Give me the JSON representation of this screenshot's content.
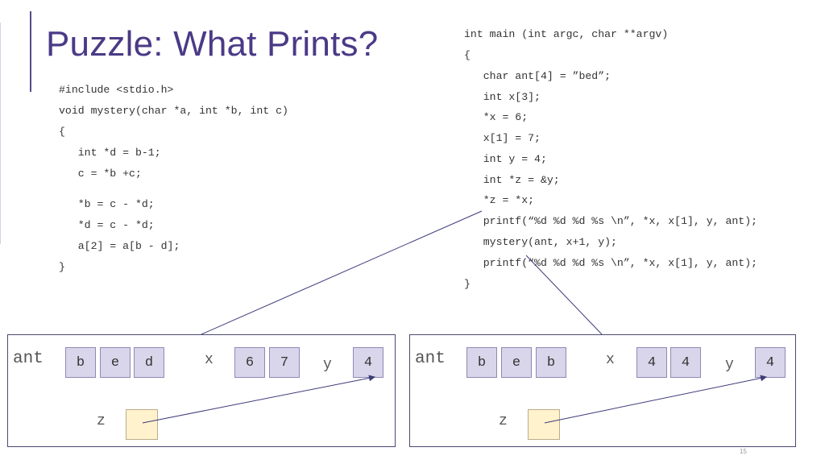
{
  "title": "Puzzle: What Prints?",
  "code_left": [
    "#include <stdio.h>",
    "void mystery(char *a, int *b, int c)",
    "{",
    "   int *d = b-1;",
    "   c = *b +c;",
    "",
    "   *b = c - *d;",
    "   *d = c - *d;",
    "   a[2] = a[b - d];",
    "}"
  ],
  "code_right": [
    "int main (int argc, char **argv)",
    "{",
    "   char ant[4] = ”bed”;",
    "   int x[3];",
    "   *x = 6;",
    "   x[1] = 7;",
    "   int y = 4;",
    "   int *z = &y;",
    "   *z = *x;",
    "   printf(“%d %d %d %s \\n”, *x, x[1], y, ant);",
    "   mystery(ant, x+1, y);",
    "   printf(“%d %d %d %s \\n”, *x, x[1], y, ant);",
    "}"
  ],
  "diagram_before": {
    "ant_label": "ant",
    "ant": [
      "b",
      "e",
      "d"
    ],
    "x_label": "x",
    "x": [
      "6",
      "7"
    ],
    "y_label": "y",
    "y": "4",
    "z_label": "z"
  },
  "diagram_after": {
    "ant_label": "ant",
    "ant": [
      "b",
      "e",
      "b"
    ],
    "x_label": "x",
    "x": [
      "4",
      "4"
    ],
    "y_label": "y",
    "y": "4",
    "z_label": "z"
  },
  "page_number": "15",
  "colors": {
    "title": "#4b3a86",
    "cell_fill": "#d9d5ea",
    "pointer_fill": "#fff2cc",
    "line": "#3e3b7a"
  }
}
